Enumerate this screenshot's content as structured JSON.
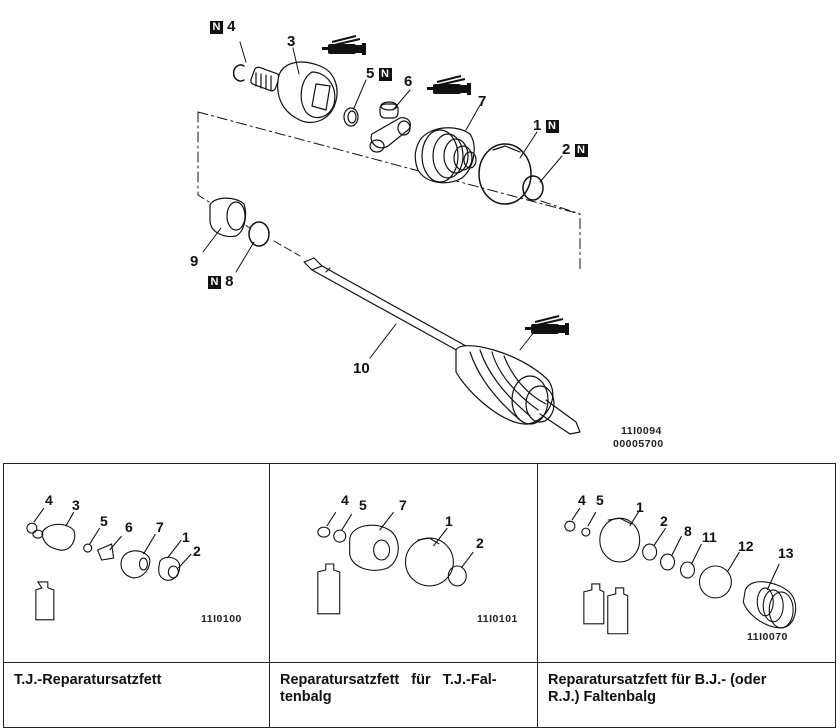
{
  "main_diagram": {
    "parts": [
      {
        "number": "4",
        "new_part": true
      },
      {
        "number": "3",
        "new_part": false
      },
      {
        "number": "5",
        "new_part": true
      },
      {
        "number": "6",
        "new_part": false
      },
      {
        "number": "7",
        "new_part": false
      },
      {
        "number": "1",
        "new_part": true
      },
      {
        "number": "2",
        "new_part": true
      },
      {
        "number": "9",
        "new_part": false
      },
      {
        "number": "8",
        "new_part": true
      },
      {
        "number": "10",
        "new_part": false
      }
    ],
    "new_part_marker": "N",
    "grease_icons": [
      "grease-gun-icon",
      "grease-gun-icon",
      "grease-gun-icon"
    ],
    "figure_code": "11I0094",
    "document_code": "00005700"
  },
  "kits_table": {
    "columns": [
      {
        "caption": "T.J.-Reparatursatzfett",
        "figure_code": "11I0100",
        "part_labels": [
          "4",
          "3",
          "5",
          "6",
          "7",
          "1",
          "2"
        ],
        "grease_bottles": 1
      },
      {
        "caption": "Reparatursatzfett für T.J.-Faltenbalg",
        "caption_lines": [
          "Reparatursatzfett für T.J.-Fal-",
          "tenbalg"
        ],
        "figure_code": "11I0101",
        "part_labels": [
          "4",
          "5",
          "7",
          "1",
          "2"
        ],
        "grease_bottles": 1
      },
      {
        "caption": "Reparatursatzfett für B.J.- (oder R.J.) Faltenbalg",
        "caption_lines": [
          "Reparatursatzfett für B.J.- (oder",
          "R.J.) Faltenbalg"
        ],
        "figure_code": "11I0070",
        "part_labels": [
          "4",
          "5",
          "1",
          "2",
          "8",
          "11",
          "12",
          "13"
        ],
        "grease_bottles": 2
      }
    ]
  }
}
